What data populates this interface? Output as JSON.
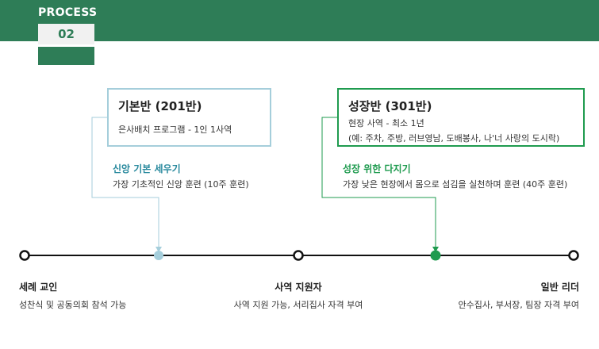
{
  "header": {
    "process_label": "PROCESS",
    "process_number": "02"
  },
  "colors": {
    "brand_green": "#2e7d57",
    "basic_blue": "#a5cedb",
    "basic_title_teal": "#2a8a9e",
    "growth_green": "#1f9b4f"
  },
  "cards": {
    "basic": {
      "title": "기본반 (201반)",
      "line1": "은사배치 프로그램 - 1인 1사역",
      "sub_title": "신앙 기본 세우기",
      "sub_desc": "가장 기초적인 신앙 훈련 (10주 훈련)"
    },
    "growth": {
      "title": "성장반 (301반)",
      "line1": "현장 사역 - 최소 1년",
      "line2": "(예: 주차, 주방, 러브영남, 도배봉사, 나'너 사랑의 도시락)",
      "sub_title": "성장 위한 다지기",
      "sub_desc": "가장 낮은 현장에서 몸으로 섬김을 실천하며 훈련 (40주 훈련)"
    }
  },
  "stages": [
    {
      "title": "세례 교인",
      "desc": "성찬식 및 공동의회 참석 가능"
    },
    {
      "title": "사역 지원자",
      "desc": "사역 지원 가능, 서리집사 자격 부여"
    },
    {
      "title": "일반 리더",
      "desc": "안수집사, 부서장, 팀장 자격 부여"
    }
  ]
}
